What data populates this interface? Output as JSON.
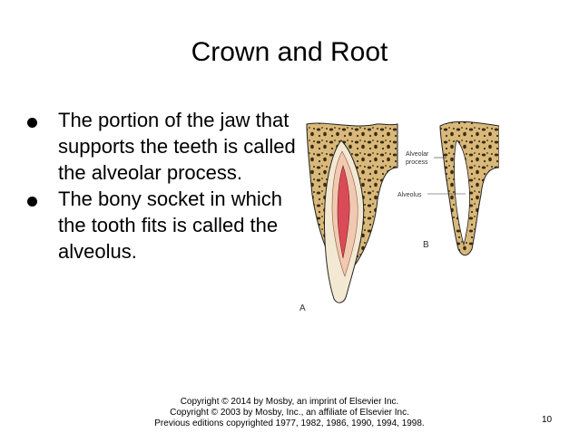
{
  "slide": {
    "title": "Crown and Root",
    "bullets": [
      "The portion of the jaw that supports the teeth is called the alveolar process.",
      "The bony socket in which the tooth fits is called the alveolus."
    ]
  },
  "figure": {
    "label_a": "A",
    "label_b": "B",
    "label_alveolar_line1": "Alveolar",
    "label_alveolar_line2": "process",
    "label_alveolus": "Alveolus",
    "colors": {
      "bone": "#d9b97a",
      "bone_speckle": "#3a2a12",
      "enamel": "#f3e9d3",
      "pulp": "#d94c57",
      "dentin": "#f1c9b0"
    }
  },
  "footer": {
    "line1": "Copyright © 2014 by Mosby, an imprint of Elsevier Inc.",
    "line2": "Copyright © 2003 by Mosby, Inc., an affiliate of Elsevier Inc.",
    "line3": "Previous editions copyrighted 1977, 1982, 1986, 1990, 1994, 1998.",
    "page_number": "10"
  }
}
